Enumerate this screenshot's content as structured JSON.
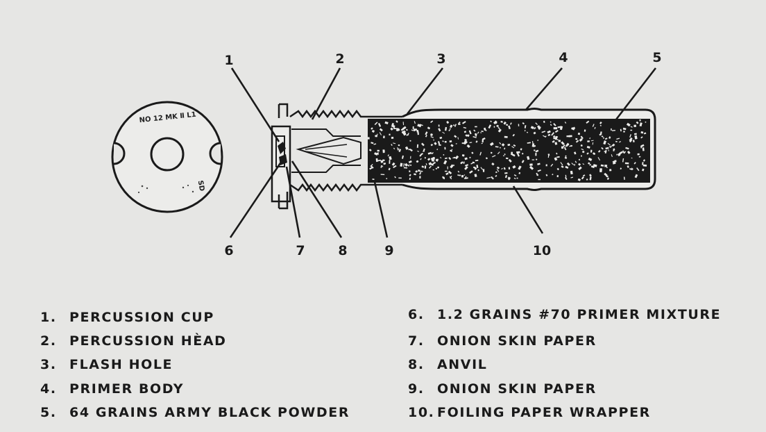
{
  "diagram": {
    "base_stamp": "NO 12 MK Ⅱ L1",
    "base_stamp_lower": "SD",
    "callouts": [
      "1",
      "2",
      "3",
      "4",
      "5",
      "6",
      "7",
      "8",
      "9",
      "10"
    ]
  },
  "legend": [
    {
      "number": "1.",
      "text": "PERCUSSION CUP"
    },
    {
      "number": "2.",
      "text": "PERCUSSION HÈAD"
    },
    {
      "number": "3.",
      "text": "FLASH HOLE"
    },
    {
      "number": "4.",
      "text": "PRIMER BODY"
    },
    {
      "number": "5.",
      "text": "64 GRAINS ARMY BLACK POWDER"
    },
    {
      "number": "6.",
      "text": "1.2 GRAINS #70 PRIMER MIXTURE"
    },
    {
      "number": "7.",
      "text": "ONION SKIN PAPER"
    },
    {
      "number": "8.",
      "text": "ANVIL"
    },
    {
      "number": "9.",
      "text": "ONION SKIN PAPER"
    },
    {
      "number": "10.",
      "text": "FOILING PAPER WRAPPER"
    }
  ]
}
